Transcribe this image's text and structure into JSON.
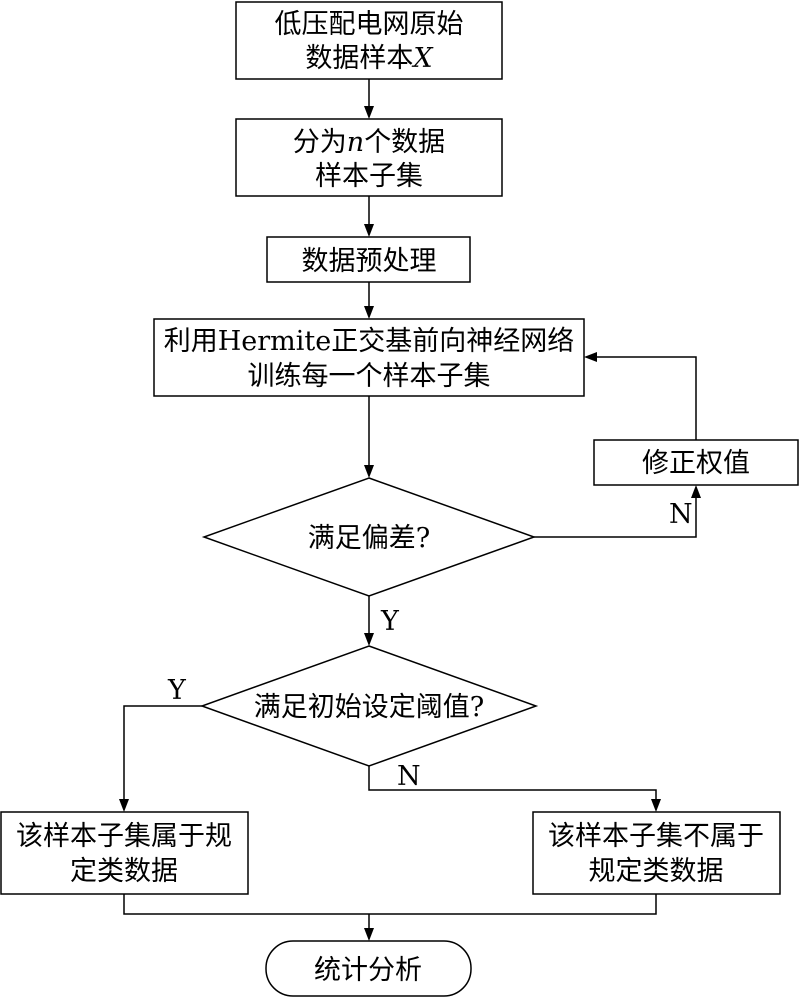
{
  "nodes": {
    "raw_data": {
      "line1": "低压配电网原始",
      "line2_prefix": "数据样本",
      "line2_var": "X"
    },
    "split": {
      "line1_prefix": "分为",
      "line1_var": "n",
      "line1_suffix": "个数据",
      "line2": "样本子集"
    },
    "preprocess": {
      "text": "数据预处理"
    },
    "train": {
      "line1": "利用Hermite正交基前向神经网络",
      "line2": "训练每一个样本子集"
    },
    "correct_weights": {
      "text": "修正权值"
    },
    "deviation_check": {
      "text": "满足偏差?"
    },
    "threshold_check": {
      "text": "满足初始设定阈值?"
    },
    "belongs": {
      "line1": "该样本子集属于规",
      "line2": "定类数据"
    },
    "not_belongs": {
      "line1": "该样本子集不属于",
      "line2": "规定类数据"
    },
    "statistics": {
      "text": "统计分析"
    }
  },
  "edge_labels": {
    "deviation_no": "N",
    "deviation_yes": "Y",
    "threshold_yes": "Y",
    "threshold_no": "N"
  }
}
